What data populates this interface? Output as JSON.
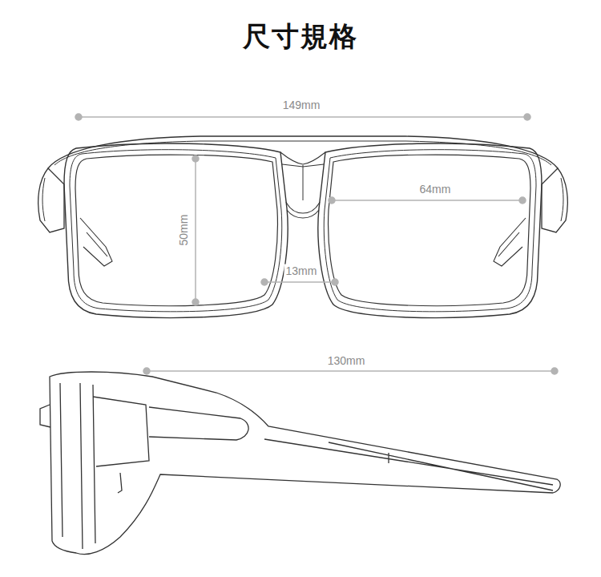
{
  "diagram": {
    "title": "尺寸規格",
    "labels": [
      "149mm",
      "64mm",
      "50mm",
      "13mm",
      "130mm"
    ]
  }
}
